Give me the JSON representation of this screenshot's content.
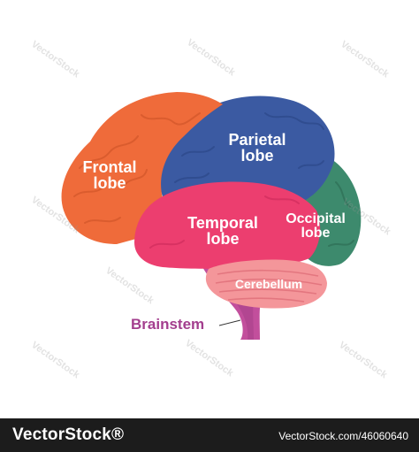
{
  "labels": {
    "frontal": [
      "Frontal",
      "lobe"
    ],
    "parietal": [
      "Parietal",
      "lobe"
    ],
    "temporal": [
      "Temporal",
      "lobe"
    ],
    "occipital": [
      "Occipital",
      "lobe"
    ],
    "cerebellum": "Cerebellum",
    "brainstem": "Brainstem"
  },
  "watermark_text": "VectorStock",
  "footer": {
    "brand": "VectorStock®",
    "vector_id": "VectorStock.com/46060640"
  },
  "colors": {
    "frontal": "#ef6b3a",
    "parietal": "#3b5aa2",
    "temporal": "#ec3e6f",
    "occipital": "#3d8a6d",
    "cerebellum": "#f4969a",
    "brainstem": "#c24f9c",
    "brainstem_label": "#a33e8e"
  }
}
